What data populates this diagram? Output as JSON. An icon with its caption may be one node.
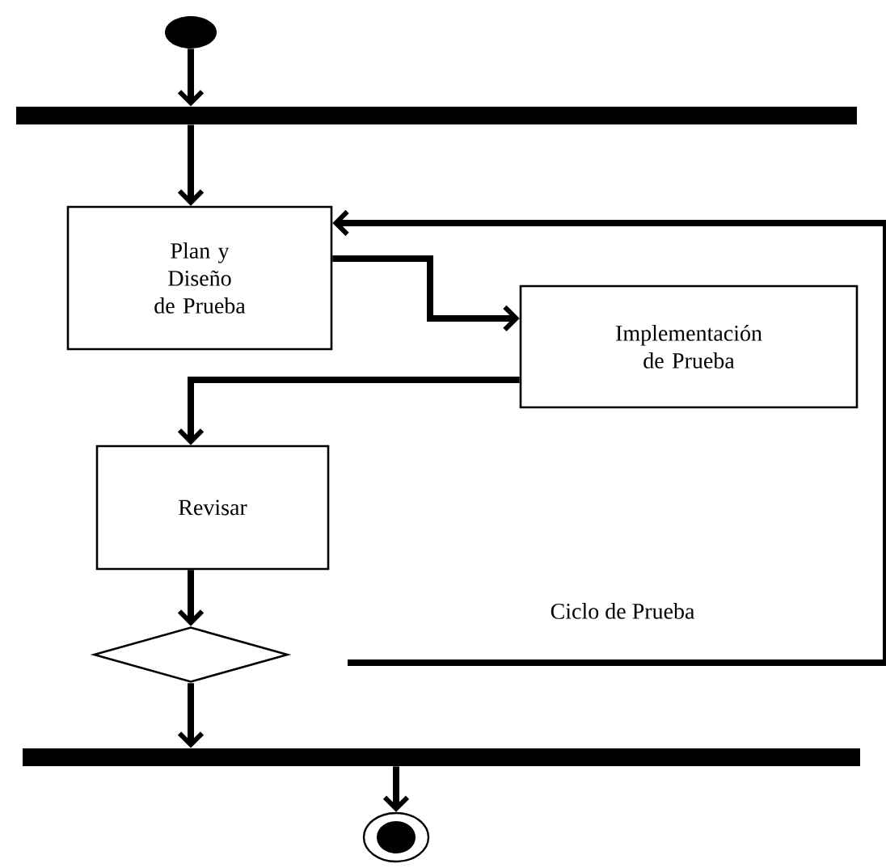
{
  "diagram": {
    "nodes": [
      {
        "text": [],
        "shape": "circle"
      },
      {
        "text": [],
        "shape": "bar"
      },
      {
        "text": [
          "Plan y Diseño de Prueba"
        ]
      },
      {
        "text": [
          "Implementación de Prueba"
        ]
      },
      {
        "text": [
          "Revisar"
        ]
      },
      {
        "text": [],
        "shape": "diamond"
      },
      {
        "text": [],
        "shape": "bar"
      },
      {
        "text": [],
        "shape": "circle"
      }
    ],
    "edges": [
      {
        "from": 0,
        "to": 1,
        "arrow": "to"
      },
      {
        "from": 1,
        "to": 2,
        "arrow": "to"
      },
      {
        "from": 2,
        "to": 3,
        "arrow": "to"
      },
      {
        "from": 3,
        "to": 4,
        "arrow": "to"
      },
      {
        "from": 4,
        "to": 5,
        "arrow": "to"
      },
      {
        "from": 5,
        "to": 6,
        "arrow": "to"
      },
      {
        "from": 6,
        "to": 7,
        "arrow": "to"
      },
      {
        "from": null,
        "to": 2,
        "arrow": "to",
        "label": "Ciclo de Prueba"
      }
    ]
  }
}
